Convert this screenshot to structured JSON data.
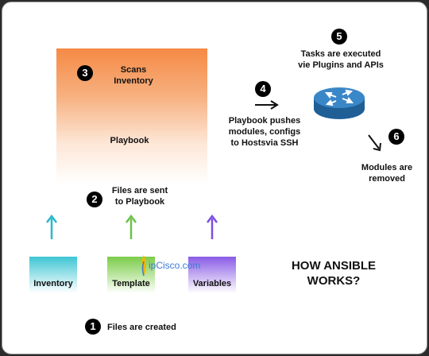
{
  "title": [
    "HOW ANSIBLE",
    "WORKS?"
  ],
  "watermark": "ipCisco.com",
  "steps": [
    {
      "num": "1",
      "text": "Files are created"
    },
    {
      "num": "2",
      "lines": [
        "Files are sent",
        "to Playbook"
      ]
    },
    {
      "num": "3",
      "lines": [
        "Scans",
        "Inventory"
      ]
    },
    {
      "num": "4",
      "lines": [
        "Playbook pushes",
        "modules, configs",
        "to Hostsvia SSH"
      ]
    },
    {
      "num": "5",
      "lines": [
        "Tasks are executed",
        "vie Plugins and APIs"
      ]
    },
    {
      "num": "6",
      "lines": [
        "Modules are",
        "removed"
      ]
    }
  ],
  "playbook_label": "Playbook",
  "files": [
    {
      "label": "Inventory",
      "color": "#3ec6d3"
    },
    {
      "label": "Template",
      "color": "#7ccc4a"
    },
    {
      "label": "Variables",
      "color": "#8a5ce6"
    }
  ],
  "colors": {
    "box_top": "#f58a45",
    "router": "#2f77b6"
  }
}
